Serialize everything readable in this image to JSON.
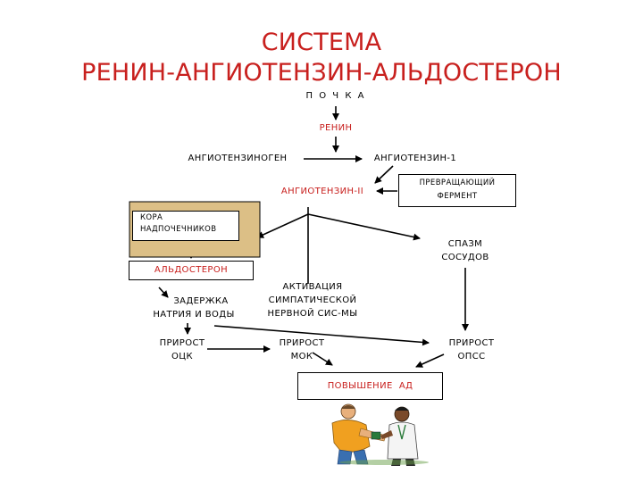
{
  "title": {
    "line1": "СИСТЕМА",
    "line2": "РЕНИН-АНГИОТЕНЗИН-АЛЬДОСТЕРОН"
  },
  "nodes": {
    "kidney": "П О Ч К А",
    "renin": "РЕНИН",
    "angiotensinogen": "АНГИОТЕНЗИНОГЕН",
    "angiotensin1": "АНГИОТЕНЗИН-1",
    "converting_enzyme": [
      "ПРЕВРАЩАЮЩИЙ",
      "ФЕРМЕНТ"
    ],
    "angiotensin2": "АНГИОТЕНЗИН-II",
    "adrenal_cortex": [
      "КОРА",
      "НАДПОЧЕЧНИКОВ"
    ],
    "vessel_spasm": [
      "СПАЗМ",
      "СОСУДОВ"
    ],
    "aldosterone": "АЛЬДОСТЕРОН",
    "sympathetic_activation": [
      "АКТИВАЦИЯ",
      "СИМПАТИЧЕСКОЙ",
      "НЕРВНОЙ СИС-МЫ"
    ],
    "water_sodium_retention": [
      "ЗАДЕРЖКА",
      "НАТРИЯ И ВОДЫ"
    ],
    "bcv_increase": [
      "ПРИРОСТ",
      "ОЦК"
    ],
    "mok_increase": [
      "ПРИРОСТ",
      "МОК"
    ],
    "opss_increase": [
      "ПРИРОСТ",
      "ОПСС"
    ],
    "bp_increase": "ПОВЫШЕНИЕ  АД"
  },
  "colors": {
    "accent_red": "#c8201e",
    "tan": "#dcbf86"
  },
  "illustration": "doctor-measuring-blood-pressure-clipart"
}
